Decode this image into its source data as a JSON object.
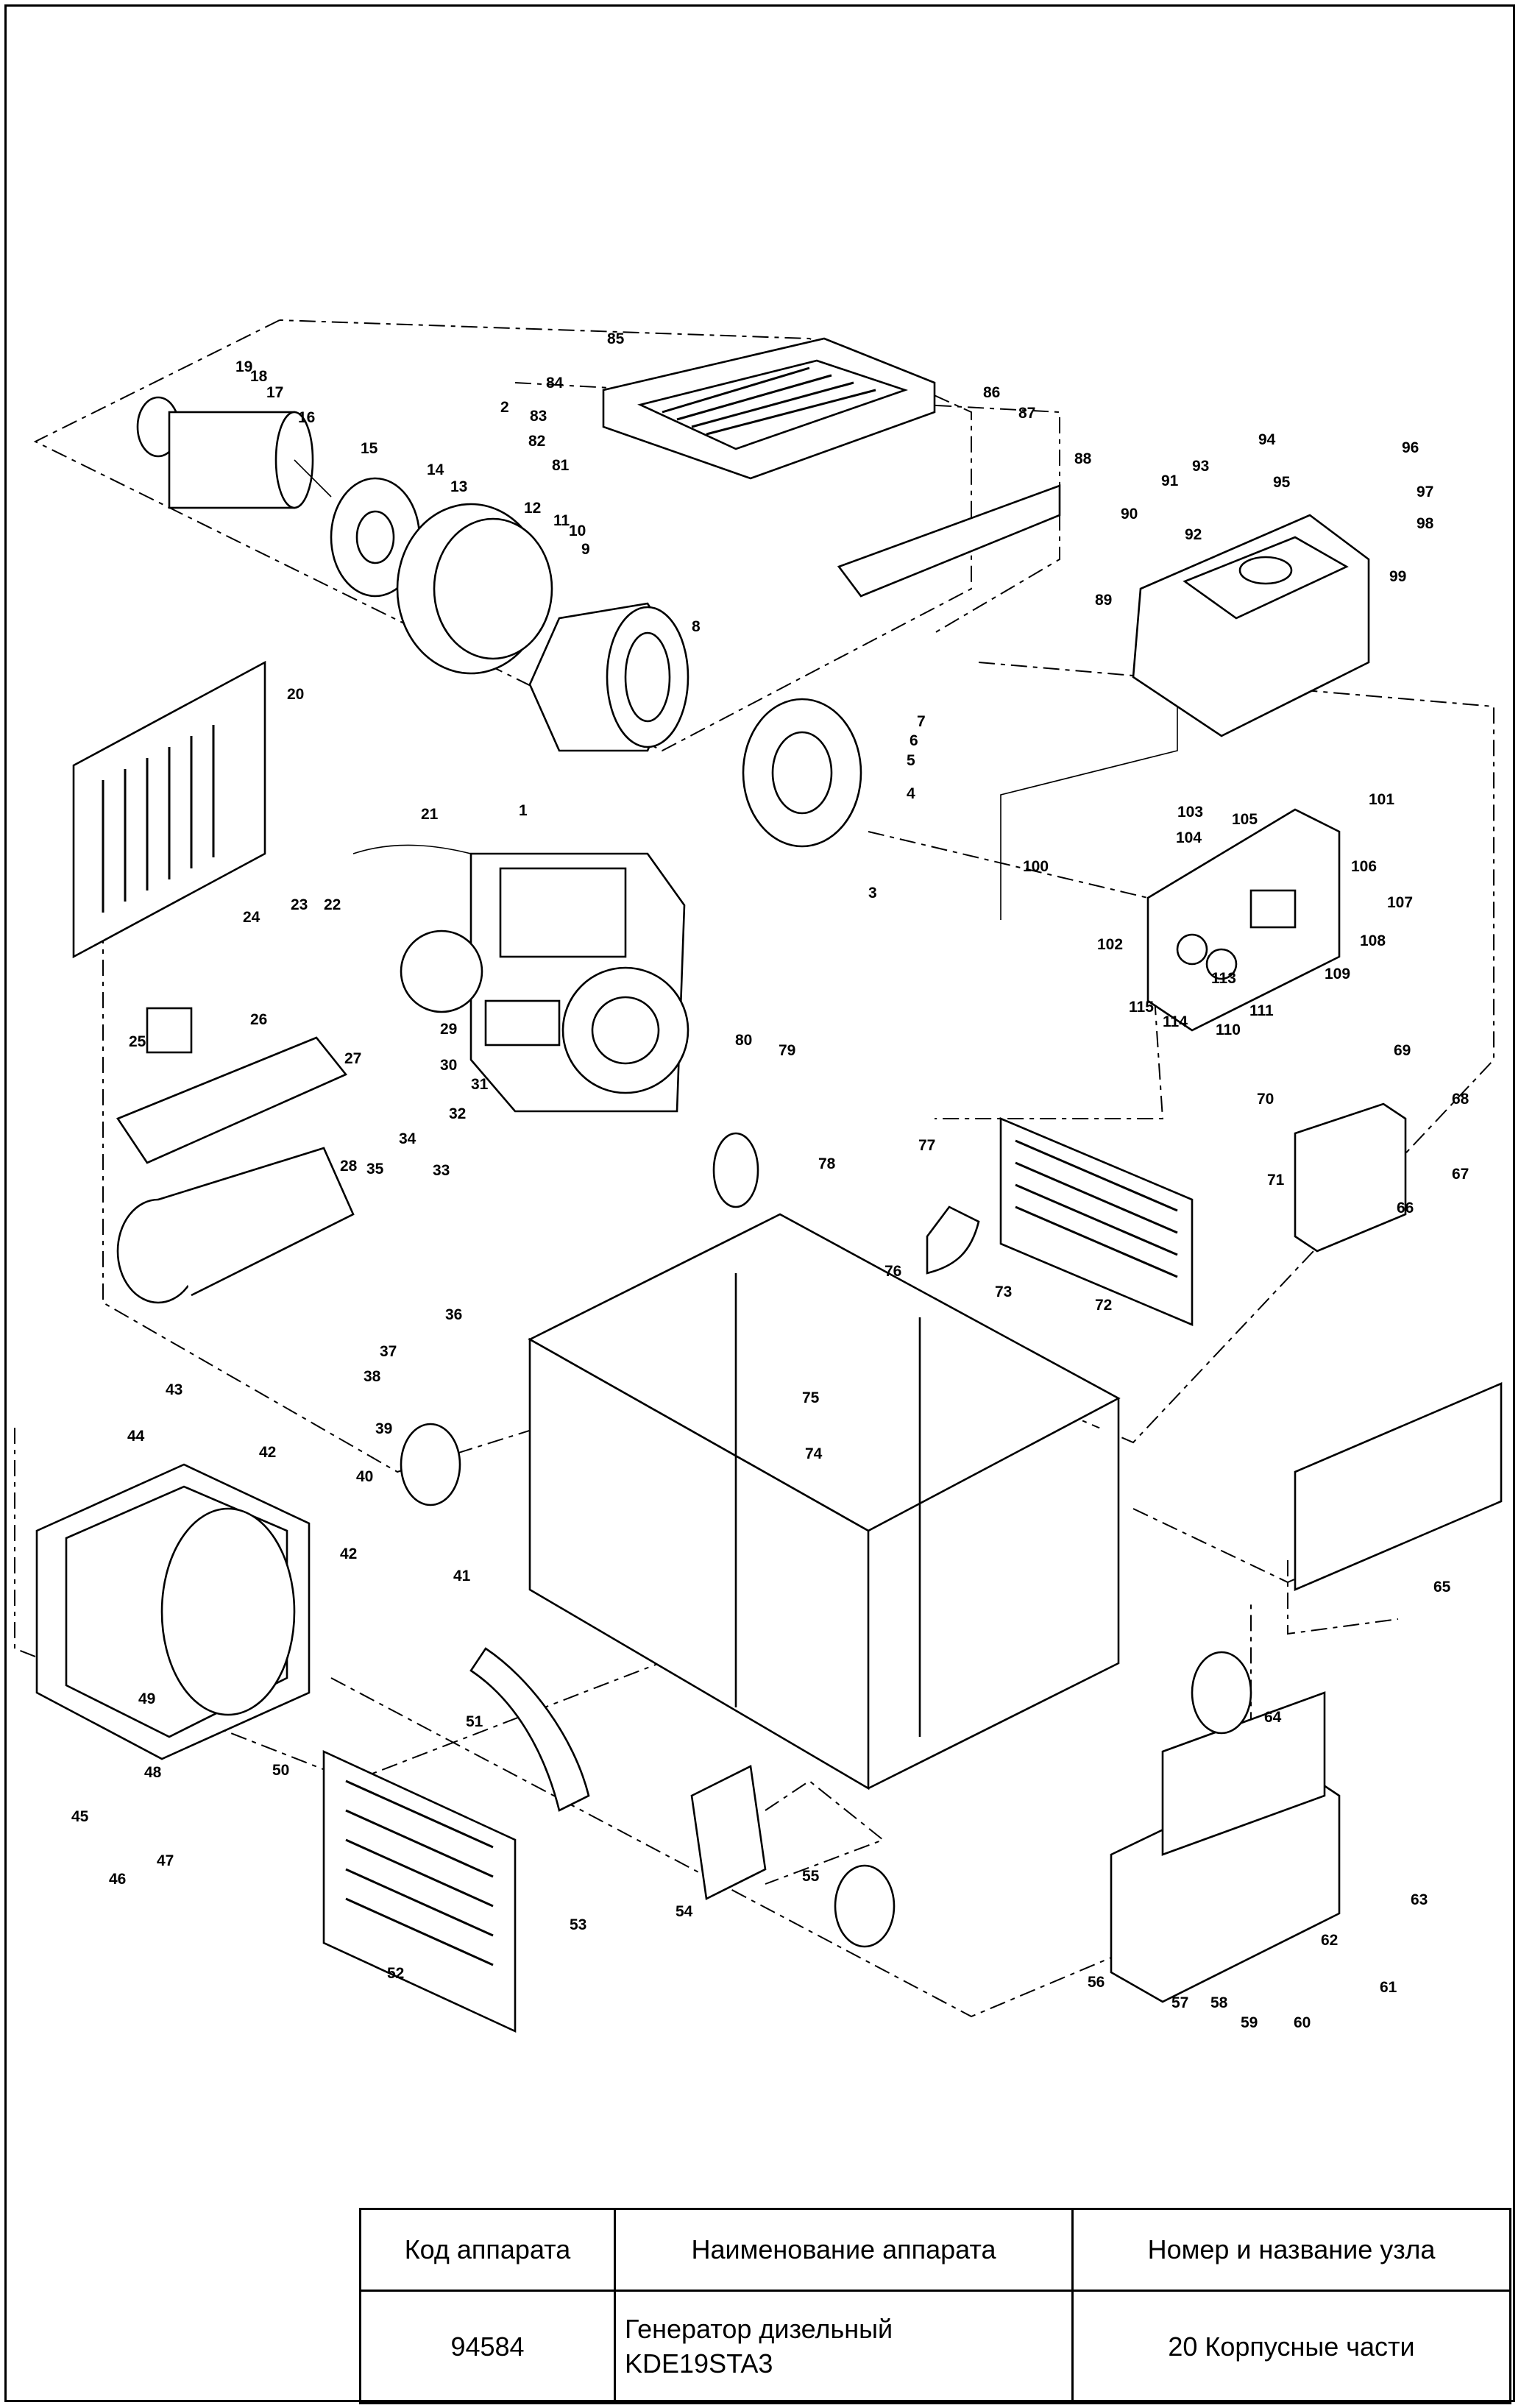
{
  "diagram": {
    "part_numbers": [
      "1",
      "2",
      "3",
      "4",
      "5",
      "6",
      "7",
      "8",
      "9",
      "10",
      "11",
      "12",
      "13",
      "14",
      "15",
      "16",
      "17",
      "18",
      "19",
      "20",
      "21",
      "22",
      "23",
      "24",
      "25",
      "26",
      "27",
      "28",
      "29",
      "30",
      "31",
      "32",
      "33",
      "34",
      "35",
      "36",
      "37",
      "38",
      "39",
      "40",
      "41",
      "42",
      "42",
      "43",
      "44",
      "45",
      "46",
      "47",
      "48",
      "49",
      "50",
      "51",
      "52",
      "53",
      "54",
      "55",
      "56",
      "57",
      "58",
      "59",
      "60",
      "61",
      "62",
      "63",
      "64",
      "65",
      "66",
      "67",
      "68",
      "69",
      "70",
      "71",
      "72",
      "73",
      "74",
      "75",
      "76",
      "77",
      "78",
      "79",
      "80",
      "81",
      "82",
      "83",
      "84",
      "85",
      "86",
      "87",
      "88",
      "89",
      "90",
      "91",
      "92",
      "93",
      "94",
      "95",
      "96",
      "97",
      "98",
      "99",
      "100",
      "101",
      "102",
      "103",
      "104",
      "105",
      "106",
      "107",
      "108",
      "109",
      "110",
      "111",
      "113",
      "114",
      "115"
    ]
  },
  "table": {
    "headers": [
      "Код аппарата",
      "Наименование аппарата",
      "Номер и название узла"
    ],
    "values": [
      "94584",
      "Генератор дизельный\nKDE19STA3",
      "20 Корпусные части"
    ]
  }
}
